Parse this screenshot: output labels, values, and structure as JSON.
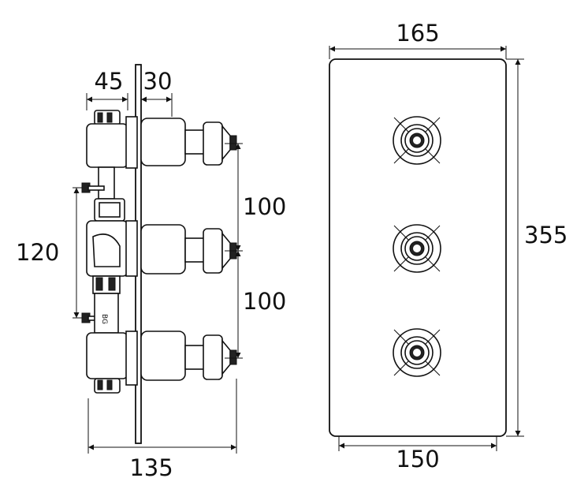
{
  "side_view": {
    "dim_depth_back": "45",
    "dim_depth_front": "30",
    "dim_spacing_upper": "100",
    "dim_spacing_lower": "100",
    "dim_inlet_height": "120",
    "dim_overall_depth": "135",
    "body_marking": "BG"
  },
  "front_view": {
    "dim_plate_width": "165",
    "dim_plate_height": "355",
    "dim_base_width": "150"
  },
  "colors": {
    "line": "#111111",
    "background": "#ffffff"
  }
}
